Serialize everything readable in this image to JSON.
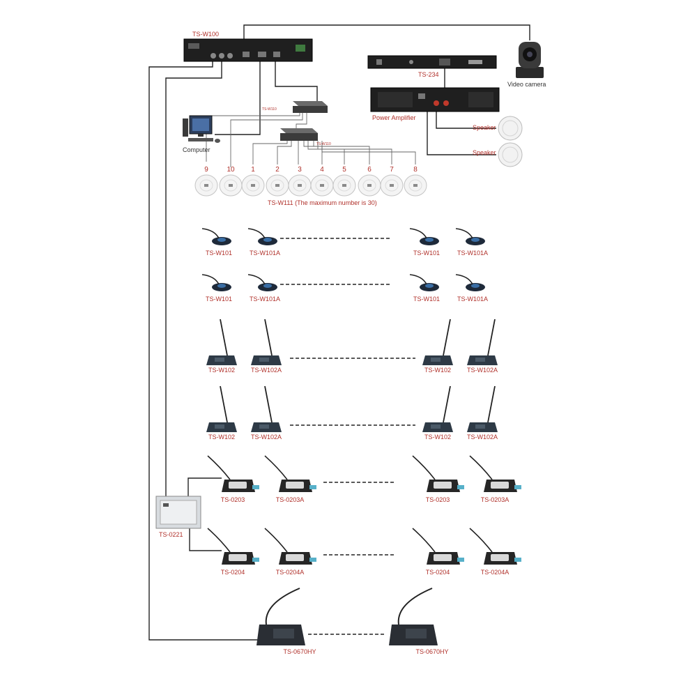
{
  "labels": {
    "host": "TS-W100",
    "processor": "TS-234",
    "camera": "Video camera",
    "amplifier": "Power Amplifier",
    "speaker_1": "Speaker",
    "speaker_2": "Speaker",
    "computer": "Computer",
    "switch_1": "TS-W110",
    "switch_2": "TS-W110",
    "ap_caption": "TS-W111 (The maximum number is 30)",
    "unit_0221": "TS-0221"
  },
  "ap_numbers": [
    "9",
    "10",
    "1",
    "2",
    "3",
    "4",
    "5",
    "6",
    "7",
    "8"
  ],
  "rows": [
    {
      "kind": "w101",
      "labels": [
        "TS-W101",
        "TS-W101A",
        "TS-W101",
        "TS-W101A"
      ]
    },
    {
      "kind": "w101",
      "labels": [
        "TS-W101",
        "TS-W101A",
        "TS-W101",
        "TS-W101A"
      ]
    },
    {
      "kind": "w102",
      "labels": [
        "TS-W102",
        "TS-W102A",
        "TS-W102",
        "TS-W102A"
      ]
    },
    {
      "kind": "w102",
      "labels": [
        "TS-W102",
        "TS-W102A",
        "TS-W102",
        "TS-W102A"
      ]
    },
    {
      "kind": "w020",
      "labels": [
        "TS-0203",
        "TS-0203A",
        "TS-0203",
        "TS-0203A"
      ]
    },
    {
      "kind": "w020",
      "labels": [
        "TS-0204",
        "TS-0204A",
        "TS-0204",
        "TS-0204A"
      ]
    }
  ],
  "bottom_units": [
    "TS-0670HY",
    "TS-0670HY"
  ],
  "colors": {
    "label": "#b0302a",
    "device": "#1e1e1e",
    "base": "#2a3a4a",
    "wire": "#222222"
  }
}
